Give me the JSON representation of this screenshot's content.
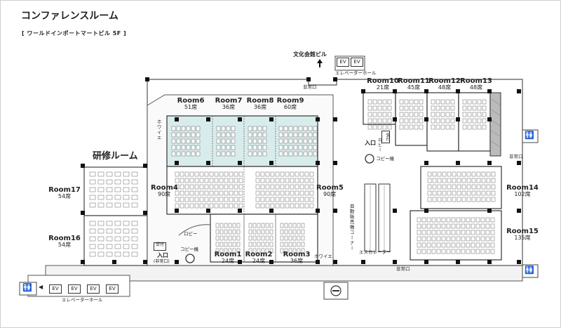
{
  "header": {
    "title": "コンファレンスルーム",
    "subtitle": "[ ワールドインポートマートビル 5F ]"
  },
  "landmarks": {
    "culture_building": "文化会館ビル",
    "kenshu_room": "研修ルーム",
    "lobby": "ロビー",
    "elevator_hall_top": "エレベーターホール",
    "elevator_hall_bottom": "エレベーターホール",
    "escalator": "エスカレーター",
    "vending_corner": "自動販売機コーナー",
    "foyer_left": "ホワイエ",
    "foyer_bottom": "ホワイエ",
    "copier_center": "コピー機",
    "copier_right": "コピー機",
    "emergency_exit_top": "非常口",
    "emergency_exit_right": "非常口",
    "emergency_exit_bottom": "非常口",
    "entrance_center_label": "入口",
    "entrance_center_sub": "(非常口)",
    "entrance_right_label": "入口",
    "reception": "受付",
    "lobby_right": "ロビー",
    "ev": "EV"
  },
  "rooms": [
    {
      "id": "room1",
      "name": "Room1",
      "capacity": "24席"
    },
    {
      "id": "room2",
      "name": "Room2",
      "capacity": "24席"
    },
    {
      "id": "room3",
      "name": "Room3",
      "capacity": "36席"
    },
    {
      "id": "room4",
      "name": "Room4",
      "capacity": "90席"
    },
    {
      "id": "room5",
      "name": "Room5",
      "capacity": "90席"
    },
    {
      "id": "room6",
      "name": "Room6",
      "capacity": "51席"
    },
    {
      "id": "room7",
      "name": "Room7",
      "capacity": "36席"
    },
    {
      "id": "room8",
      "name": "Room8",
      "capacity": "36席"
    },
    {
      "id": "room9",
      "name": "Room9",
      "capacity": "60席"
    },
    {
      "id": "room10",
      "name": "Room10",
      "capacity": "21席"
    },
    {
      "id": "room11",
      "name": "Room11",
      "capacity": "45席"
    },
    {
      "id": "room12",
      "name": "Room12",
      "capacity": "48席"
    },
    {
      "id": "room13",
      "name": "Room13",
      "capacity": "48席"
    },
    {
      "id": "room14",
      "name": "Room14",
      "capacity": "102席"
    },
    {
      "id": "room15",
      "name": "Room15",
      "capacity": "135席"
    },
    {
      "id": "room16",
      "name": "Room16",
      "capacity": "54席"
    },
    {
      "id": "room17",
      "name": "Room17",
      "capacity": "54席"
    }
  ],
  "colors": {
    "highlight_rooms": "#d8ecec",
    "wall": "#444444",
    "pillar": "#111111",
    "corridor": "#f2f2f2"
  },
  "icons": [
    "up-arrow-icon",
    "restroom-icon",
    "smoking-icon",
    "copier-icon",
    "door-icon"
  ]
}
